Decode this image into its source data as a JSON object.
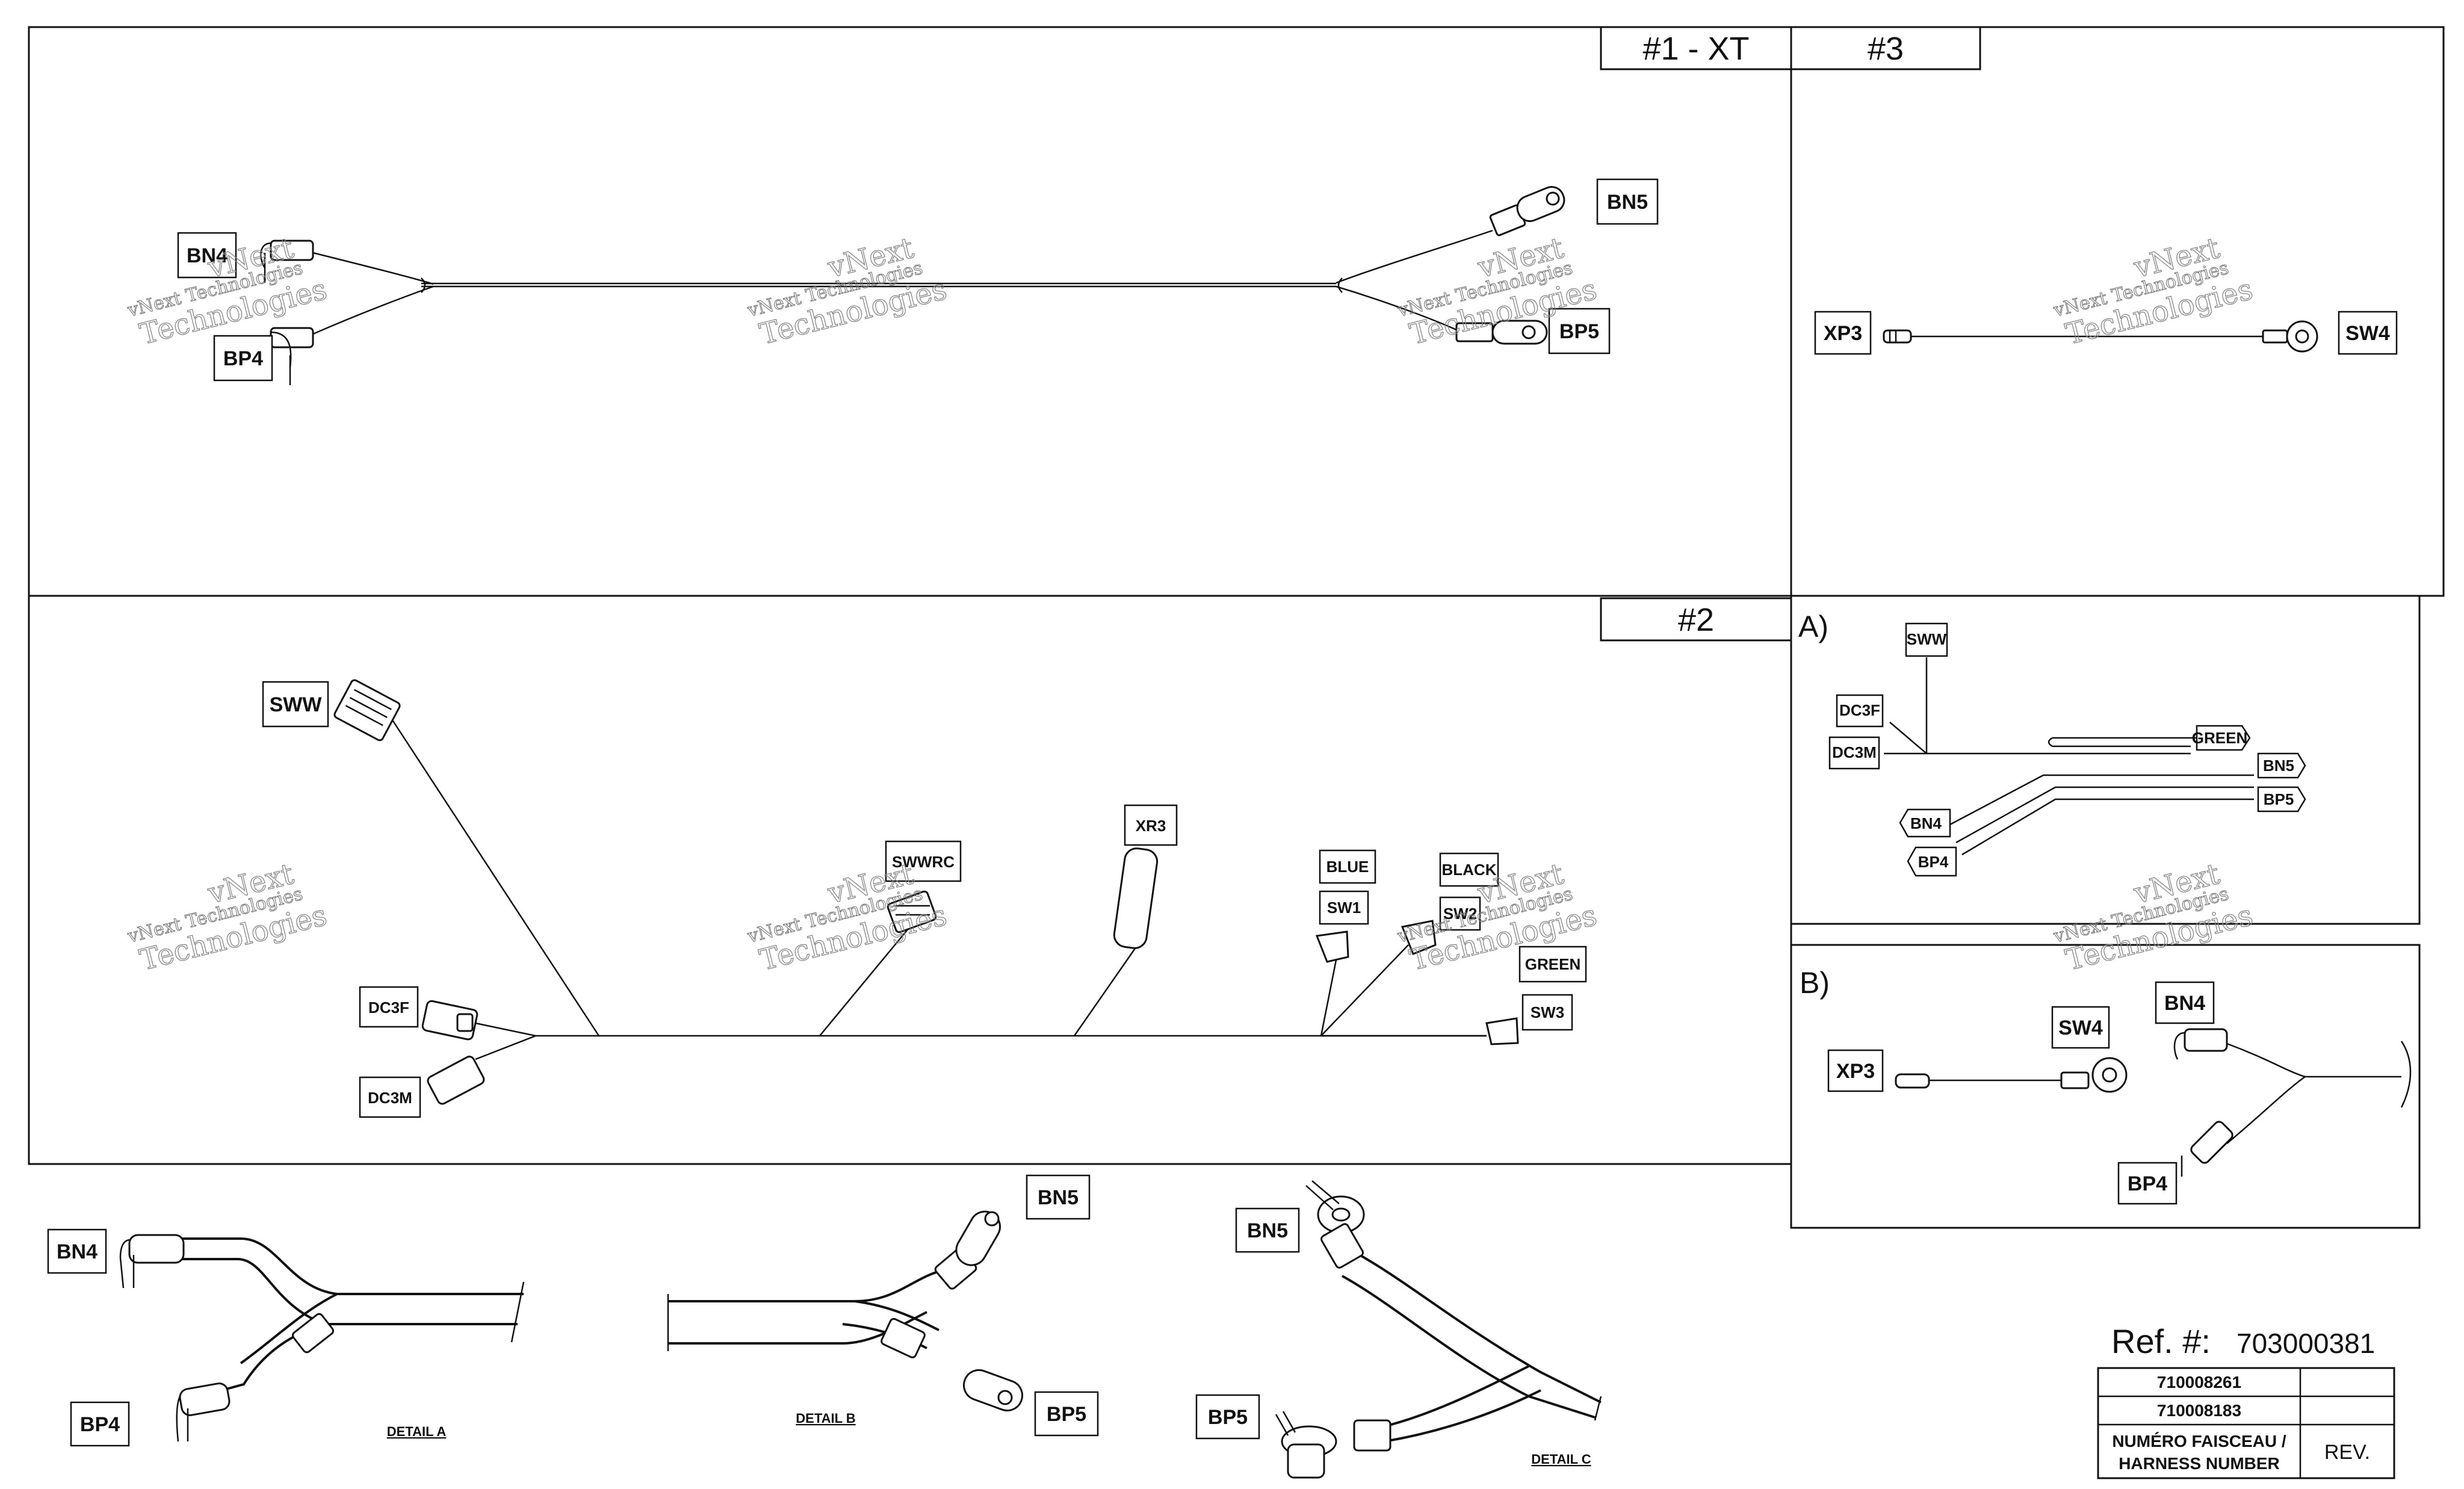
{
  "sections": {
    "xt": "#1 - XT",
    "s3": "#3",
    "s2": "#2",
    "a": "A)",
    "b": "B)"
  },
  "section1": {
    "bn4": "BN4",
    "bp4": "BP4",
    "bn5": "BN5",
    "bp5": "BP5"
  },
  "section3": {
    "xp3": "XP3",
    "sw4": "SW4"
  },
  "section2": {
    "sww": "SWW",
    "swwrc": "SWWRC",
    "xr3": "XR3",
    "blue": "BLUE",
    "sw1": "SW1",
    "black": "BLACK",
    "sw2": "SW2",
    "green": "GREEN",
    "sw3": "SW3",
    "dc3f": "DC3F",
    "dc3m": "DC3M"
  },
  "sectionA": {
    "sww": "SWW",
    "dc3f": "DC3F",
    "dc3m": "DC3M",
    "green": "GREEN",
    "bn5": "BN5",
    "bp5": "BP5",
    "bn4": "BN4",
    "bp4": "BP4"
  },
  "sectionB": {
    "xp3": "XP3",
    "sw4": "SW4",
    "bn4": "BN4",
    "bp4": "BP4"
  },
  "details": {
    "a": {
      "bn4": "BN4",
      "bp4": "BP4",
      "caption": "DETAIL A"
    },
    "b": {
      "bn5": "BN5",
      "bp5": "BP5",
      "caption": "DETAIL B"
    },
    "c": {
      "bn5": "BN5",
      "bp5": "BP5",
      "caption": "DETAIL C"
    }
  },
  "watermark": {
    "line1": "vNext Technologies",
    "line2": "Technologies",
    "line3": "vNext"
  },
  "reference": {
    "label": "Ref. #:",
    "number": "703000381",
    "harness1": "710008261",
    "harness2": "710008183",
    "col_header_line1": "NUMÉRO FAISCEAU /",
    "col_header_line2": "HARNESS NUMBER",
    "rev_header": "REV."
  }
}
